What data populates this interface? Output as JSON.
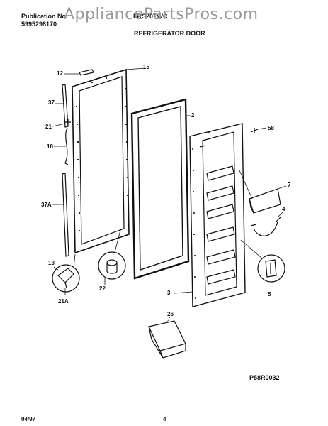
{
  "header": {
    "publication_label": "Publication No.",
    "publication_number": "5995298170",
    "model": "FRS20TWC",
    "section_title": "REFRIGERATOR DOOR",
    "watermark": "AppliancePartsPros.com"
  },
  "callouts": [
    "12",
    "15",
    "37",
    "21",
    "18",
    "2",
    "58",
    "7",
    "37A",
    "4",
    "13",
    "22",
    "3",
    "5",
    "21A",
    "26"
  ],
  "figure_code": "P58R0032",
  "footer": {
    "date": "04/97",
    "page": "4"
  }
}
